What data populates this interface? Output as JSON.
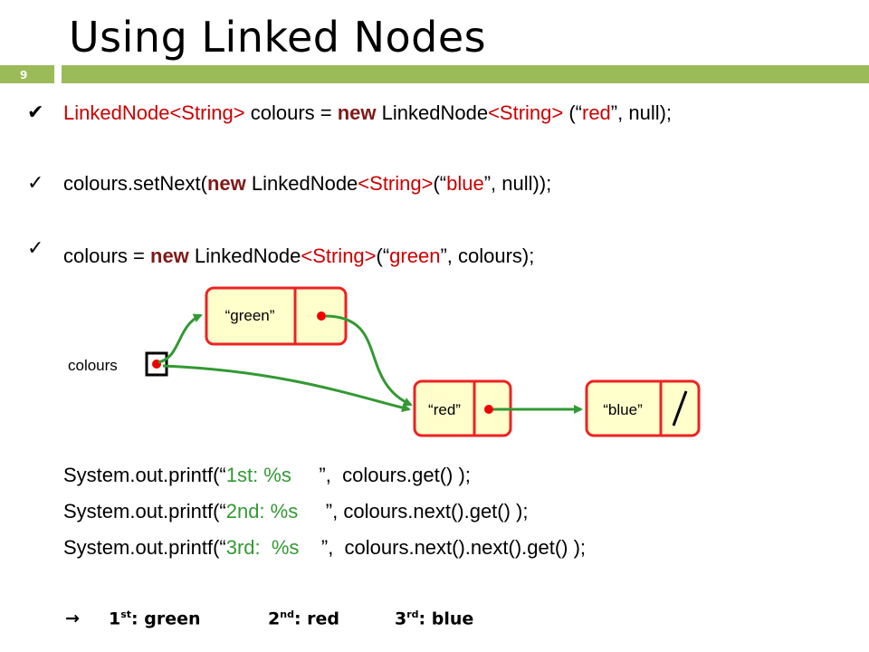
{
  "slide": {
    "title": "Using Linked Nodes",
    "page_number": "9"
  },
  "statements": [
    {
      "check": "✔",
      "parts": [
        {
          "t": "LinkedNode",
          "c": "red"
        },
        {
          "t": "<String>",
          "c": "red"
        },
        {
          "t": " colours = ",
          "c": ""
        },
        {
          "t": "new",
          "c": "kw"
        },
        {
          "t": " LinkedNode",
          "c": ""
        },
        {
          "t": "<String>",
          "c": "red"
        },
        {
          "t": " (“",
          "c": ""
        },
        {
          "t": "red",
          "c": "red"
        },
        {
          "t": "”, null);",
          "c": ""
        }
      ]
    },
    {
      "check": "✓",
      "parts": [
        {
          "t": "colours.setNext(",
          "c": ""
        },
        {
          "t": "new",
          "c": "kw"
        },
        {
          "t": " LinkedNode",
          "c": ""
        },
        {
          "t": "<String>",
          "c": "red"
        },
        {
          "t": "(“",
          "c": ""
        },
        {
          "t": "blue",
          "c": "red"
        },
        {
          "t": "”, null));",
          "c": ""
        }
      ]
    },
    {
      "check": "✓",
      "parts": [
        {
          "t": "colours = ",
          "c": ""
        },
        {
          "t": "new",
          "c": "kw"
        },
        {
          "t": " LinkedNode",
          "c": ""
        },
        {
          "t": "<String>",
          "c": "red"
        },
        {
          "t": "(“",
          "c": ""
        },
        {
          "t": "green",
          "c": "red"
        },
        {
          "t": "”, colours);",
          "c": ""
        }
      ]
    }
  ],
  "diagram": {
    "variable_label": "colours",
    "nodes": [
      {
        "value": "“green”"
      },
      {
        "value": "“red”"
      },
      {
        "value": "“blue”"
      }
    ]
  },
  "printf_lines": [
    {
      "prefix": "System.out.printf(“",
      "fmt": "1st:  %s",
      "suffix": "     ”,  colours.get() );"
    },
    {
      "prefix": "System.out.printf(“",
      "fmt": "2nd: %s",
      "suffix": "     ”, colours.next().get() );"
    },
    {
      "prefix": "System.out.printf(“",
      "fmt": "3rd:  %s",
      "suffix": "    ”,  colours.next().next().get() );"
    }
  ],
  "output": {
    "arrow": "→",
    "items": [
      {
        "ord": "1",
        "sup": "st",
        "rest": ": green"
      },
      {
        "ord": "2",
        "sup": "nd",
        "rest": ": red"
      },
      {
        "ord": "3",
        "sup": "rd",
        "rest": ": blue"
      }
    ]
  },
  "colors": {
    "accent_bar": "#9bbb59",
    "node_fill": "#ffffcc",
    "node_border": "#ee2222",
    "arrow": "#339933",
    "pointer_dot": "#ee0000"
  }
}
